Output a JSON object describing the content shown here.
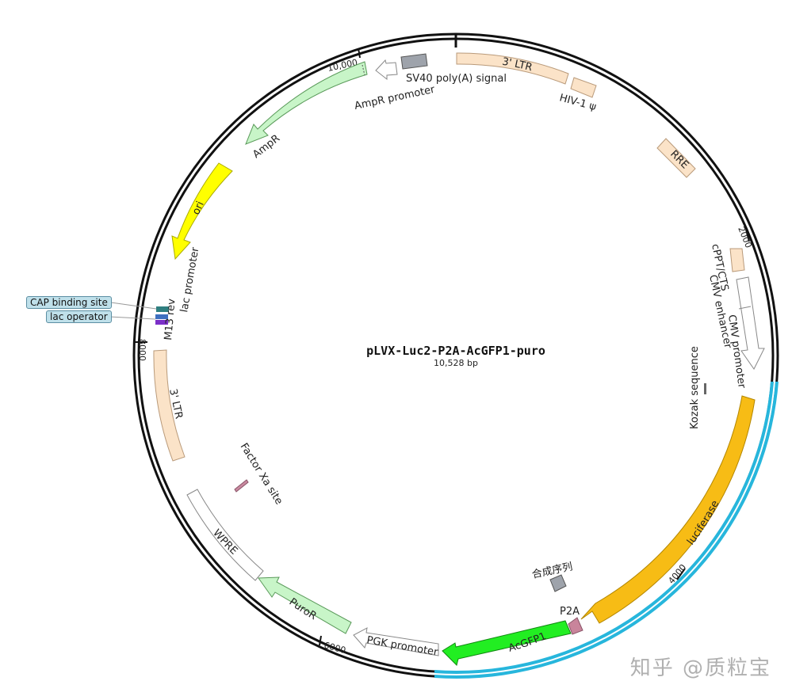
{
  "plasmid": {
    "name": "pLVX-Luc2-P2A-AcGFP1-puro",
    "length": "10,528 bp"
  },
  "ticks": [
    "2000",
    "4000",
    "6000",
    "8000",
    "10,000"
  ],
  "features": [
    {
      "label": "3' LTR",
      "color": "#fbe3c8"
    },
    {
      "label": "HIV-1 ψ",
      "color": "#fbe3c8"
    },
    {
      "label": "RRE",
      "color": "#fbe3c8"
    },
    {
      "label": "cPPT/CTS",
      "color": "#fbe3c8"
    },
    {
      "label": "CMV enhancer",
      "color": "#ffffff"
    },
    {
      "label": "CMV promoter",
      "color": "#ffffff"
    },
    {
      "label": "Kozak sequence",
      "color": "#666666"
    },
    {
      "label": "luciferase",
      "color": "#f7bc15"
    },
    {
      "label": "P2A",
      "color": "#c9849b"
    },
    {
      "label": "AcGFP1",
      "color": "#22ee22"
    },
    {
      "label": "PGK promoter",
      "color": "#ffffff"
    },
    {
      "label": "PuroR",
      "color": "#c8f5c8"
    },
    {
      "label": "WPRE",
      "color": "#ffffff"
    },
    {
      "label": "Factor Xa site",
      "color": "#c98aa0"
    },
    {
      "label": "3' LTR",
      "color": "#fbe3c8"
    },
    {
      "label": "M13 rev",
      "color": "#666666"
    },
    {
      "label": "lac promoter",
      "color": "#ffffff"
    },
    {
      "label": "ori",
      "color": "#ffff00"
    },
    {
      "label": "AmpR",
      "color": "#c8f5c8"
    },
    {
      "label": "AmpR promoter",
      "color": "#ffffff"
    },
    {
      "label": "SV40 poly(A) signal",
      "color": "#9ea3ab"
    },
    {
      "label": "合成序列",
      "color": "#9ea3ab"
    }
  ],
  "callouts": [
    {
      "label": "CAP binding site"
    },
    {
      "label": "lac operator"
    }
  ],
  "watermark": "知乎 @质粒宝"
}
